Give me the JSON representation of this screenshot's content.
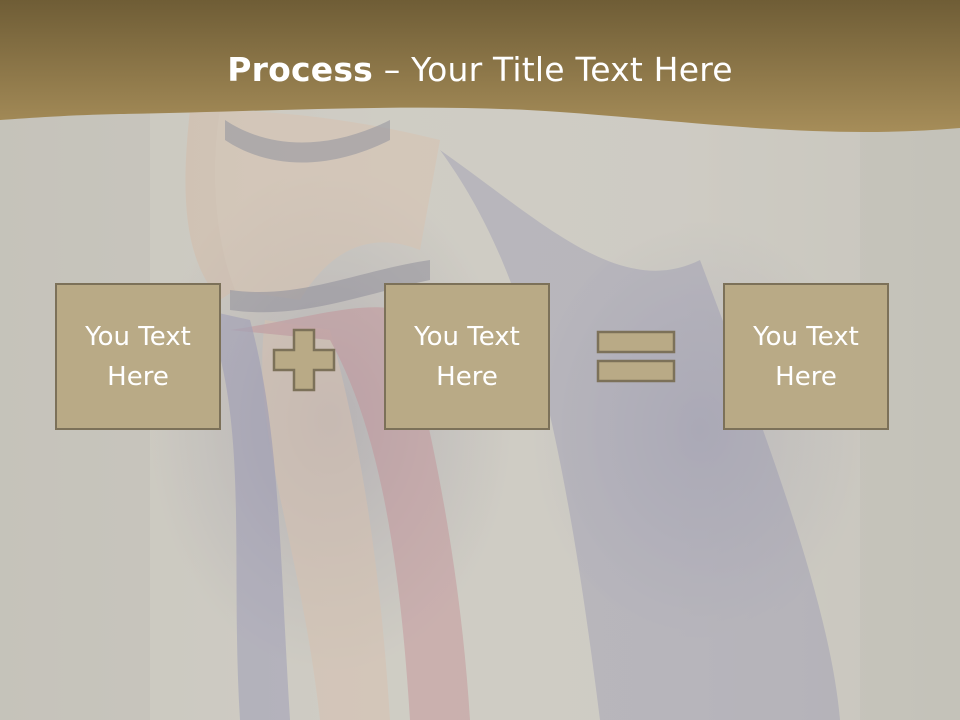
{
  "title": {
    "strong": "Process",
    "rest": " – Your Title Text Here"
  },
  "boxes": [
    {
      "text": "You Text Here"
    },
    {
      "text": "You Text Here"
    },
    {
      "text": "You Text Here"
    }
  ],
  "operators": [
    "plus-icon",
    "equals-icon"
  ],
  "colors": {
    "title_band": "#8c7644",
    "box_fill": "#b9aa86",
    "box_border": "#7c7159",
    "text": "#ffffff"
  }
}
